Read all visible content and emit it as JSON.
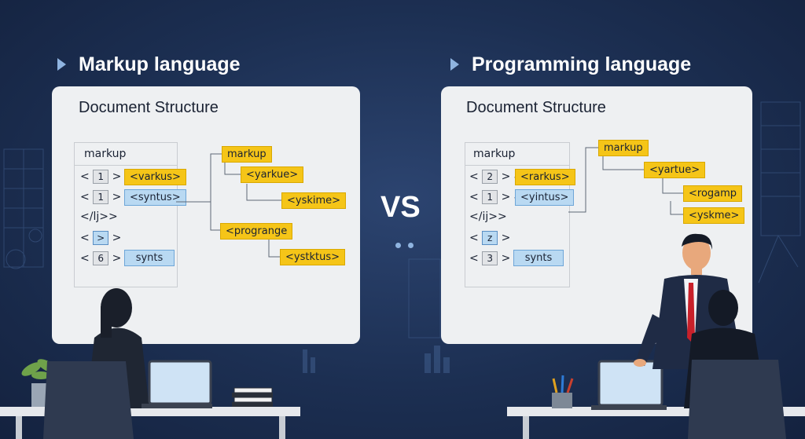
{
  "left": {
    "heading": "Markup language",
    "panel_title": "Document Structure",
    "list_header": "markup",
    "rows": [
      {
        "prefix": "<",
        "num": "1",
        "suffix": ">",
        "tag": "<varkus>"
      },
      {
        "prefix": "<",
        "num": "1",
        "suffix": ">",
        "tag": "<syntus>"
      },
      {
        "text": "</lj>>"
      },
      {
        "prefix": "<",
        "num": ">",
        "suffix": ">"
      },
      {
        "prefix": "<",
        "num": "6",
        "suffix": ">",
        "tag": "synts"
      }
    ],
    "tree": [
      "markup",
      "<yarkue>",
      "<yskime>",
      "<progrange",
      "<ystktus>"
    ]
  },
  "vs_label": "VS",
  "right": {
    "heading": "Programming language",
    "panel_title": "Document Structure",
    "list_header": "markup",
    "rows": [
      {
        "prefix": "<",
        "num": "2",
        "suffix": ">",
        "tag": "<rarkus>"
      },
      {
        "prefix": "<",
        "num": "1",
        "suffix": ">",
        "tag": "<yintus>"
      },
      {
        "text": "</ij>>"
      },
      {
        "prefix": "<",
        "num": "z",
        "suffix": ">"
      },
      {
        "prefix": "<",
        "num": "3",
        "suffix": ">",
        "tag": "synts"
      }
    ],
    "tree": [
      "markup",
      "<yartue>",
      "<rogamp",
      "<yskme>"
    ]
  },
  "colors": {
    "tag_yellow": "#f5c518",
    "tag_blue": "#b9d9f2",
    "bg": "#1c2f52",
    "panel": "#eef0f2"
  }
}
